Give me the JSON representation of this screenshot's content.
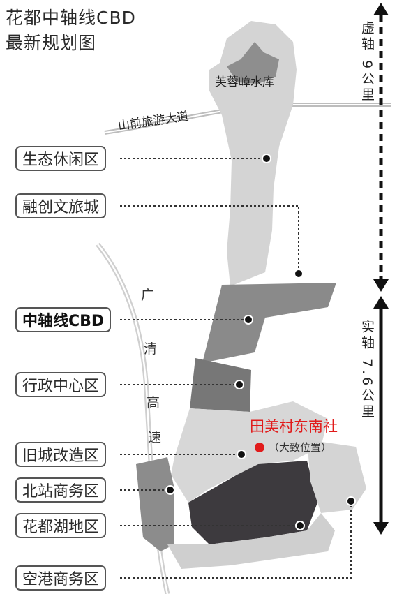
{
  "title_line1": "花都中轴线CBD",
  "title_line2": "最新规划图",
  "reservoir": "芙蓉嶂水库",
  "road_mountain": "山前旅游大道",
  "road_expressway_chars": [
    "广",
    "清",
    "高",
    "速"
  ],
  "axis_virtual": "虚轴 9公里",
  "axis_real": "实轴 7.6公里",
  "marker_title": "田美村东南社",
  "marker_sub": "（大致位置）",
  "zones": [
    {
      "label": "生态休闲区",
      "bold": false
    },
    {
      "label": "融创文旅城",
      "bold": false
    },
    {
      "label": "中轴线CBD",
      "bold": true
    },
    {
      "label": "行政中心区",
      "bold": false
    },
    {
      "label": "旧城改造区",
      "bold": false
    },
    {
      "label": "北站商务区",
      "bold": false
    },
    {
      "label": "花都湖地区",
      "bold": false
    },
    {
      "label": "空港商务区",
      "bold": false
    }
  ],
  "colors": {
    "light_gray": "#d4d4d4",
    "mid_gray": "#8a8a8a",
    "dark_gray": "#3d3a3e",
    "marker_red": "#e11b1b"
  }
}
